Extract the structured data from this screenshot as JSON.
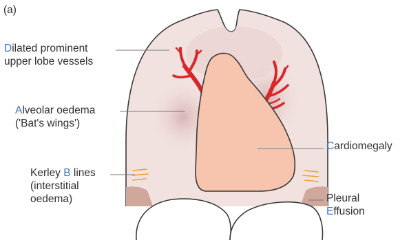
{
  "panel_label": "(a)",
  "labels": {
    "dilated": {
      "initial": "D",
      "rest": "ilated prominent",
      "line2": "upper lobe vessels"
    },
    "alveolar": {
      "initial": "A",
      "rest": "lveolar oedema",
      "line2": "('Bat's wings')"
    },
    "cardiomegaly": {
      "initial": "C",
      "rest": "ardiomegaly"
    },
    "kerley": {
      "before": "Kerley ",
      "initial": "B",
      "after": " lines",
      "line2": "(interstitial",
      "line3": "oedema)"
    },
    "pleural": {
      "line1": "Pleural",
      "initial": "E",
      "rest": "ffusion"
    }
  },
  "colors": {
    "highlight": "#3d77b8",
    "lung_fill": "#f1e2df",
    "heart_fill": "#f7c5ad",
    "vessel": "#d9262a",
    "effusion": "#cfa79b"
  }
}
